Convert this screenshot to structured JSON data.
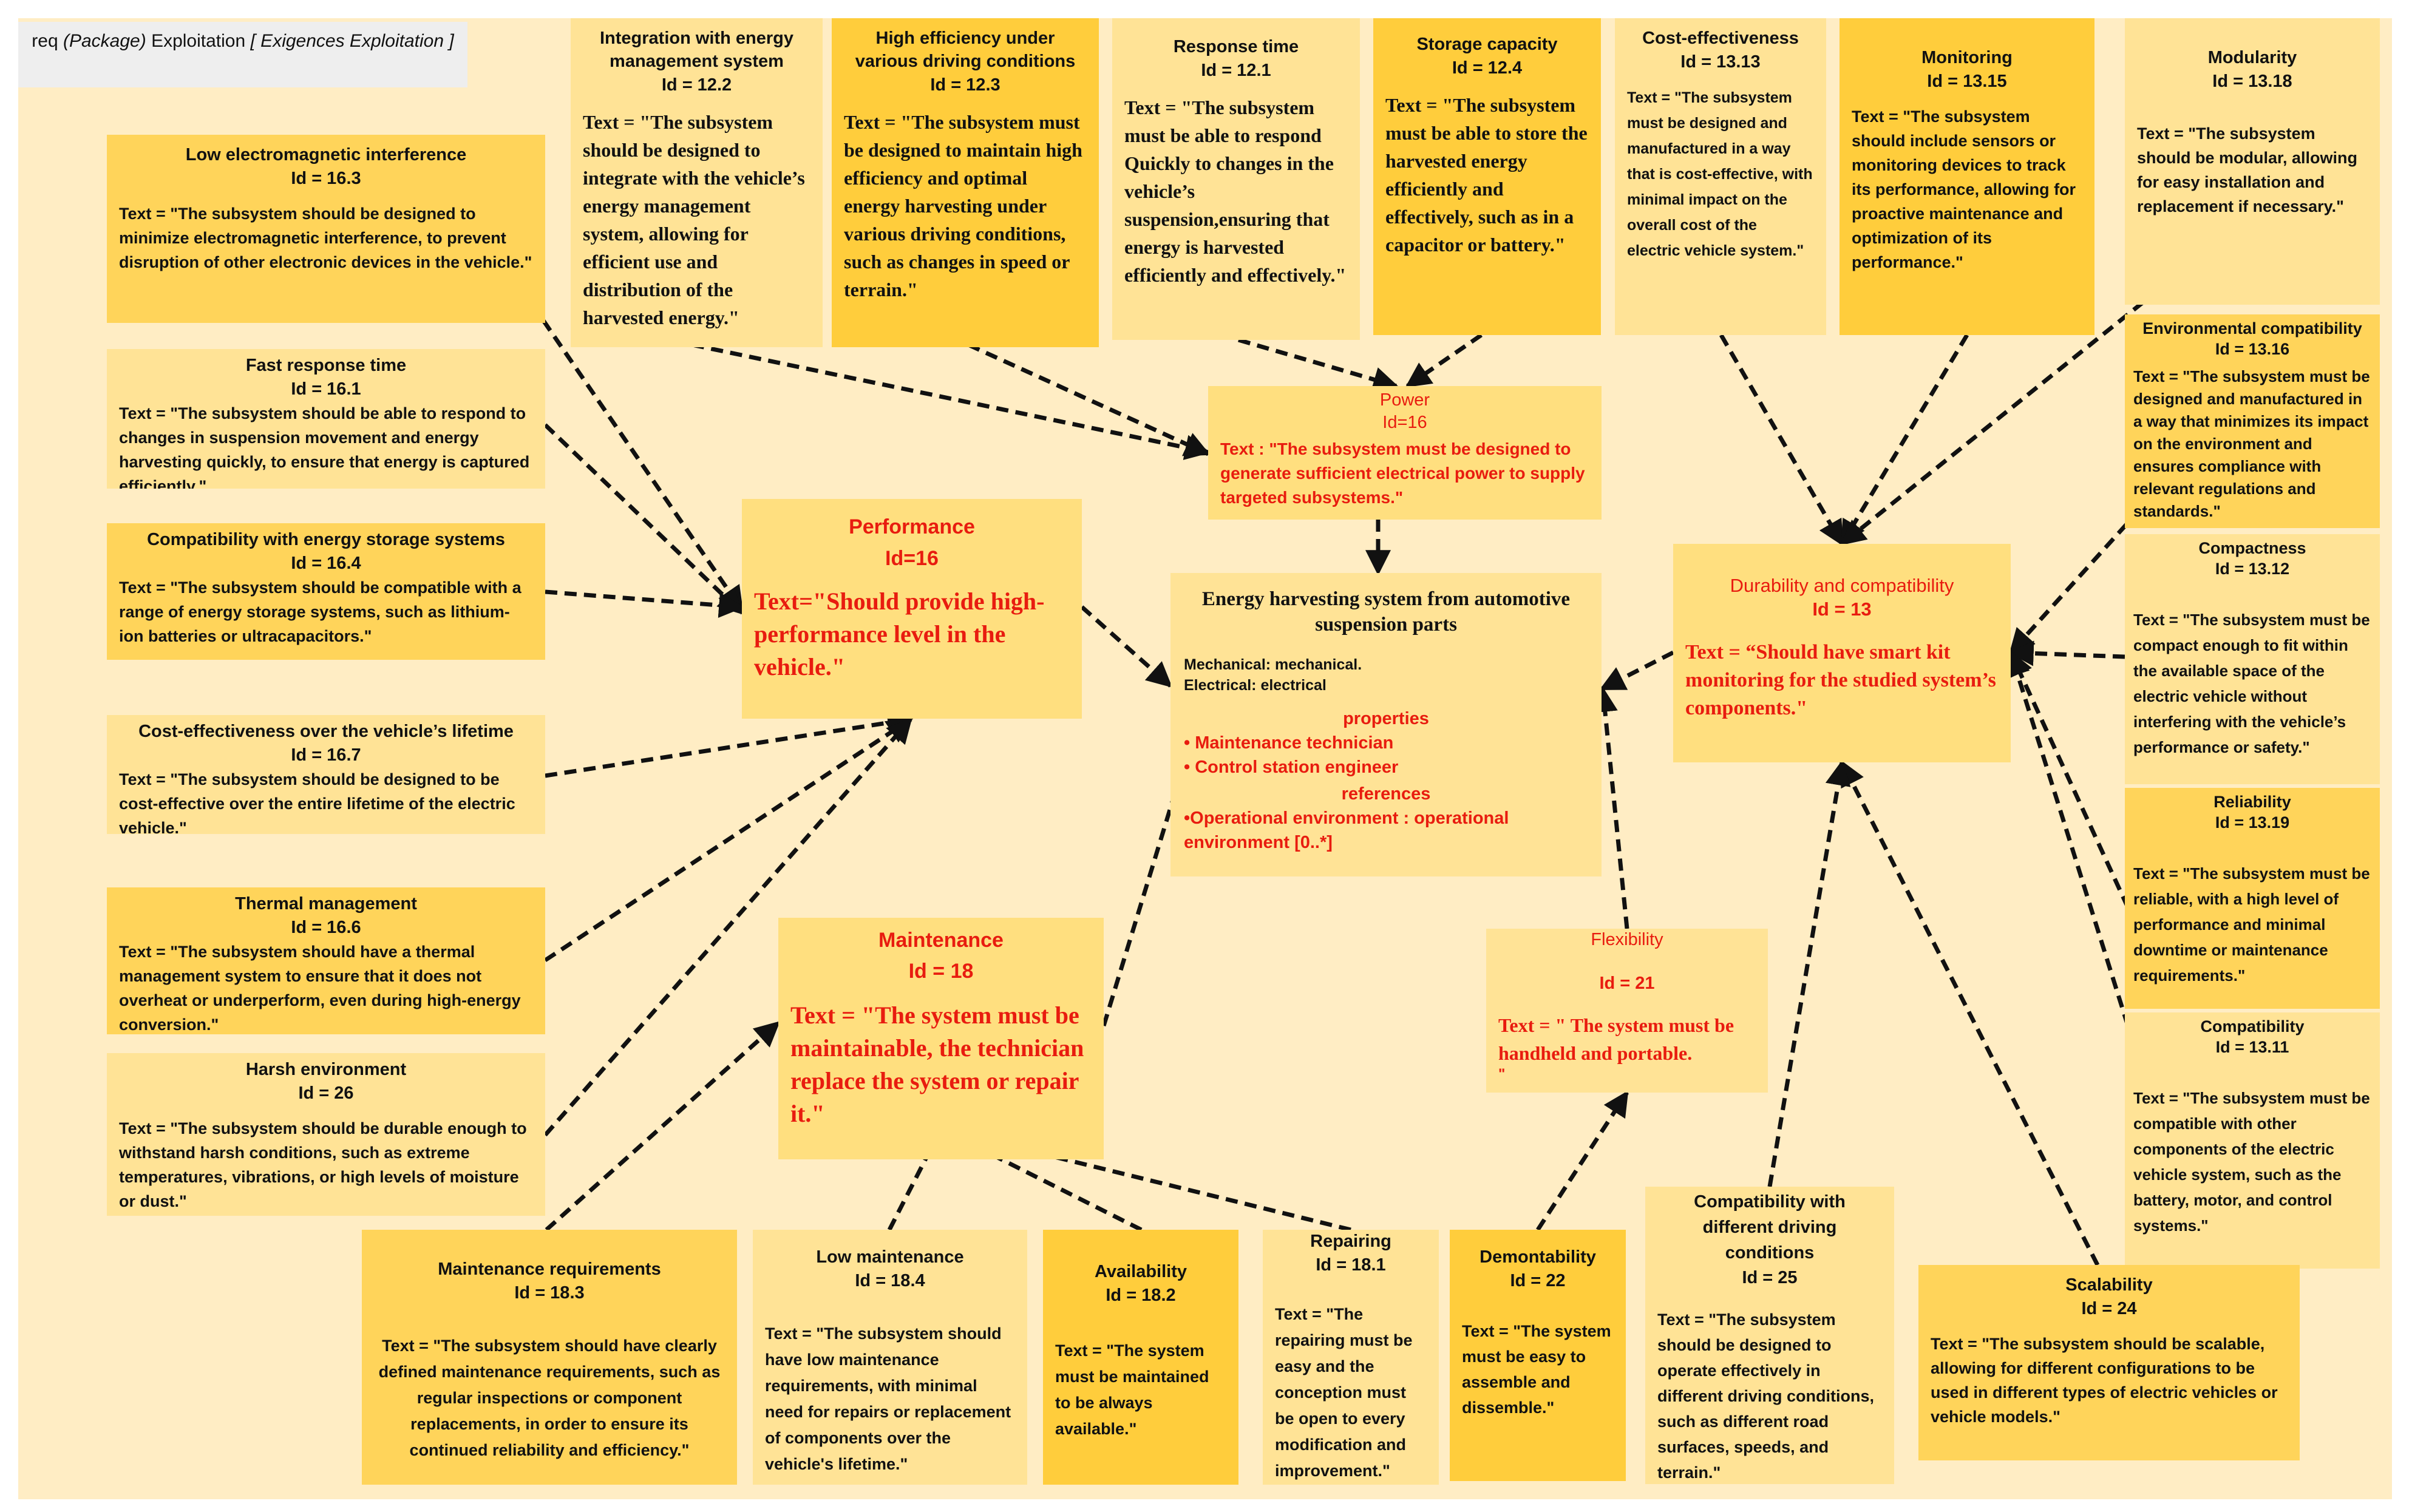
{
  "package": {
    "prefix": "req",
    "type": "(Package)",
    "name": "Exploitation",
    "alias": "[ Exigences Exploitation ]"
  },
  "center": {
    "title": "Energy harvesting system from automotive suspension parts",
    "mechanical": "Mechanical: mechanical.",
    "electrical": "Electrical: electrical",
    "properties_label": "properties",
    "properties": [
      "• Maintenance technician",
      "• Control station engineer"
    ],
    "references_label": "references",
    "references": [
      "•Operational environment : operational environment [0..*]"
    ]
  },
  "requirements": [
    {
      "key": "r163",
      "title": "Low electromagnetic interference",
      "id": "Id = 16.3",
      "text": "Text = \"The subsystem should be designed to minimize electromagnetic interference, to prevent disruption of other electronic devices in the vehicle.\""
    },
    {
      "key": "r161",
      "title": "Fast response time",
      "id": "Id = 16.1",
      "text": "Text = \"The subsystem should be able to respond to changes in suspension movement and energy harvesting quickly,  to ensure that energy is captured efficiently.\""
    },
    {
      "key": "r164",
      "title": "Compatibility with energy storage systems",
      "id": "Id = 16.4",
      "text": "Text = \"The subsystem should be compatible with a range of energy storage systems, such as lithium-ion batteries or ultracapacitors.\""
    },
    {
      "key": "r167",
      "title": "Cost-effectiveness over the vehicle’s lifetime",
      "id": "Id = 16.7",
      "text": "Text = \"The subsystem should be designed to be cost-effective over the entire lifetime of the electric vehicle.\""
    },
    {
      "key": "r166",
      "title": "Thermal management",
      "id": "Id = 16.6",
      "text": "Text = \"The subsystem should have a thermal management system to ensure that it does not overheat or underperform, even during high-energy conversion.\""
    },
    {
      "key": "r26",
      "title": "Harsh environment",
      "id": "Id = 26",
      "text": "Text = \"The subsystem should be durable enough to withstand harsh conditions, such as extreme temperatures, vibrations, or high levels of moisture or dust.\""
    },
    {
      "key": "r122",
      "title": "Integration with energy management system",
      "id": "Id = 12.2",
      "text": "Text = \"The subsystem should be designed to integrate with the vehicle’s energy management system, allowing for efficient use and distribution of the harvested energy.\""
    },
    {
      "key": "r123",
      "title": "High efficiency under various driving conditions",
      "id": "Id = 12.3",
      "text": "Text = \"The subsystem must be designed to maintain high efficiency and optimal energy harvesting under various driving conditions, such as changes in speed or terrain.\""
    },
    {
      "key": "r121",
      "title": "Response time",
      "id": "Id = 12.1",
      "text": "Text = \"The subsystem must be able to respond Quickly to changes in the vehicle’s suspension,ensuring that energy is harvested efficiently and effectively.\""
    },
    {
      "key": "r124",
      "title": "Storage capacity",
      "id": "Id = 12.4",
      "text": "Text = \"The subsystem must be able to store the harvested energy efficiently and effectively, such as in a capacitor or battery.\""
    },
    {
      "key": "r1313",
      "title": "Cost-effectiveness",
      "id": "Id = 13.13",
      "text": "Text = \"The subsystem must be designed and manufactured in a way that is cost-effective, with minimal impact on the overall cost of the electric vehicle system.\""
    },
    {
      "key": "r1315",
      "title": "Monitoring",
      "id": "Id = 13.15",
      "text": "Text = \"The subsystem should include sensors or monitoring devices to track its performance, allowing for proactive maintenance and optimization of its performance.\""
    },
    {
      "key": "r1318",
      "title": "Modularity",
      "id": "Id = 13.18",
      "text": "Text = \"The subsystem should be modular, allowing for easy installation and replacement if necessary.\""
    },
    {
      "key": "r1316",
      "title": "Environmental compatibility",
      "id": "Id = 13.16",
      "text": "Text = \"The subsystem must be designed and manufactured in a way that minimizes its impact on the environment and ensures compliance with relevant regulations and standards.\""
    },
    {
      "key": "r1312",
      "title": "Compactness",
      "id": "Id = 13.12",
      "text": "Text = \"The subsystem must be compact enough to fit within the available space of the electric vehicle without interfering with the vehicle’s performance or safety.\""
    },
    {
      "key": "r1319",
      "title": "Reliability",
      "id": "Id = 13.19",
      "text": "Text = \"The subsystem must be reliable, with a high level of performance and minimal downtime or maintenance requirements.\""
    },
    {
      "key": "r1311",
      "title": "Compatibility",
      "id": "Id = 13.11",
      "text": "Text = \"The subsystem must be compatible with other components of the electric vehicle system, such as the battery, motor, and control systems.\""
    },
    {
      "key": "r24",
      "title": "Scalability",
      "id": "Id = 24",
      "text": "Text = \"The subsystem should be scalable, allowing for different configurations to be used in different types of electric vehicles or vehicle models.\""
    },
    {
      "key": "r25",
      "title": "Compatibility with different driving conditions",
      "id": "Id = 25",
      "text": "Text = \"The subsystem should be designed to operate effectively in different driving conditions, such as different road surfaces, speeds, and terrain.\""
    },
    {
      "key": "r22",
      "title": "Demontability",
      "id": "Id = 22",
      "text": "Text = \"The system must be easy to assemble and dissemble.\""
    },
    {
      "key": "r181",
      "title": "Repairing",
      "id": "Id = 18.1",
      "text": "Text = \"The repairing must be easy and the conception must be open to every modification and improvement.\""
    },
    {
      "key": "r182",
      "title": "Availability",
      "id": "Id = 18.2",
      "text": "Text = \"The system must be maintained to be always available.\""
    },
    {
      "key": "r184",
      "title": "Low maintenance",
      "id": "Id = 18.4",
      "text": "Text = \"The subsystem should have low maintenance requirements, with minimal need for repairs or replacement of components over the vehicle's lifetime.\""
    },
    {
      "key": "r183",
      "title": "Maintenance requirements",
      "id": "Id = 18.3",
      "text": "Text = \"The subsystem should have clearly defined maintenance requirements, such as regular inspections or component replacements, in order to ensure its continued reliability and efficiency.\""
    },
    {
      "key": "perf",
      "title": "Performance",
      "id": "Id=16",
      "text": "Text=\"Should provide high-performance level in the vehicle.\""
    },
    {
      "key": "power",
      "title": "Power",
      "id": "Id=16",
      "text": "Text : \"The subsystem must be designed to generate sufficient electrical power to supply targeted subsystems.\""
    },
    {
      "key": "dur",
      "title": "Durability and compatibility",
      "id": "Id = 13",
      "text": "Text = “Should have smart kit monitoring for the studied system’s components.\""
    },
    {
      "key": "maint",
      "title": "Maintenance",
      "id": "Id = 18",
      "text": "Text = \"The system must be maintainable, the technician replace the system or repair it.\""
    },
    {
      "key": "flex",
      "title": "Flexibility",
      "id": "Id = 21",
      "text": "Text = \" The system must be handheld and portable."
    }
  ],
  "flex_trailing": "\""
}
